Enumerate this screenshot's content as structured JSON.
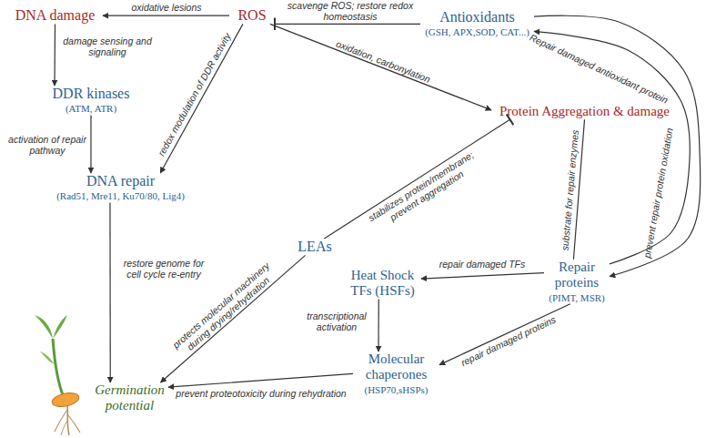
{
  "diagram": {
    "nodes": [
      {
        "text": [
          "DNA damage"
        ]
      },
      {
        "text": [
          "ROS"
        ]
      },
      {
        "text": [
          "Antioxidants",
          "(GSH, APX,SOD, CAT...)"
        ]
      },
      {
        "text": [
          "DDR kinases",
          "(ATM, ATR)"
        ]
      },
      {
        "text": [
          "Protein Aggregation & damage"
        ]
      },
      {
        "text": [
          "DNA repair",
          "(Rad51, Mre11, Ku70/80, Lig4)"
        ]
      },
      {
        "text": [
          "LEAs"
        ]
      },
      {
        "text": [
          "Heat Shock TFs (HSFs)"
        ]
      },
      {
        "text": [
          "Repair proteins",
          "(PIMT, MSR)"
        ]
      },
      {
        "text": [
          "Molecular chaperones",
          "(HSP70,sHSPs)"
        ]
      },
      {
        "text": [
          "Germination potential"
        ]
      }
    ],
    "edges": [
      {
        "from": 1,
        "to": 0,
        "label": "oxidative lesions",
        "arrow": "to"
      },
      {
        "from": 2,
        "to": 1,
        "label": "scavenge ROS; restore redox homeostasis",
        "arrow": "to"
      },
      {
        "from": 0,
        "to": 3,
        "label": "damage sensing and signaling",
        "arrow": "to"
      },
      {
        "from": 3,
        "to": 5,
        "label": "activation of repair pathway",
        "arrow": "to"
      },
      {
        "from": 1,
        "to": 5,
        "label": "redox modulation of DDR activity",
        "arrow": "to"
      },
      {
        "from": 1,
        "to": 4,
        "label": "oxidation, carbonylation",
        "arrow": "to"
      },
      {
        "from": 8,
        "to": 2,
        "label": "Repair damaged antioxidant protein",
        "arrow": "to"
      },
      {
        "from": 2,
        "to": 8,
        "label": "prevent repair protein oxidation",
        "arrow": "to"
      },
      {
        "from": 4,
        "to": 8,
        "label": "substrate for repair enzymes",
        "arrow": "none"
      },
      {
        "from": 6,
        "to": 4,
        "label": "stabilizes protein/membrane; prevent aggregation",
        "arrow": "to"
      },
      {
        "from": 5,
        "to": 10,
        "label": "restore genome for cell cycle re-entry",
        "arrow": "to"
      },
      {
        "from": 6,
        "to": 10,
        "label": "protects molecular machinery during drying/rehydration",
        "arrow": "to"
      },
      {
        "from": 8,
        "to": 7,
        "label": "repair damaged TFs",
        "arrow": "to"
      },
      {
        "from": 7,
        "to": 9,
        "label": "transcriptional activation",
        "arrow": "to"
      },
      {
        "from": 8,
        "to": 9,
        "label": "repair damaged proteins",
        "arrow": "to"
      },
      {
        "from": 9,
        "to": 10,
        "label": "prevent proteotoxicity during rehydration",
        "arrow": "to"
      }
    ]
  }
}
